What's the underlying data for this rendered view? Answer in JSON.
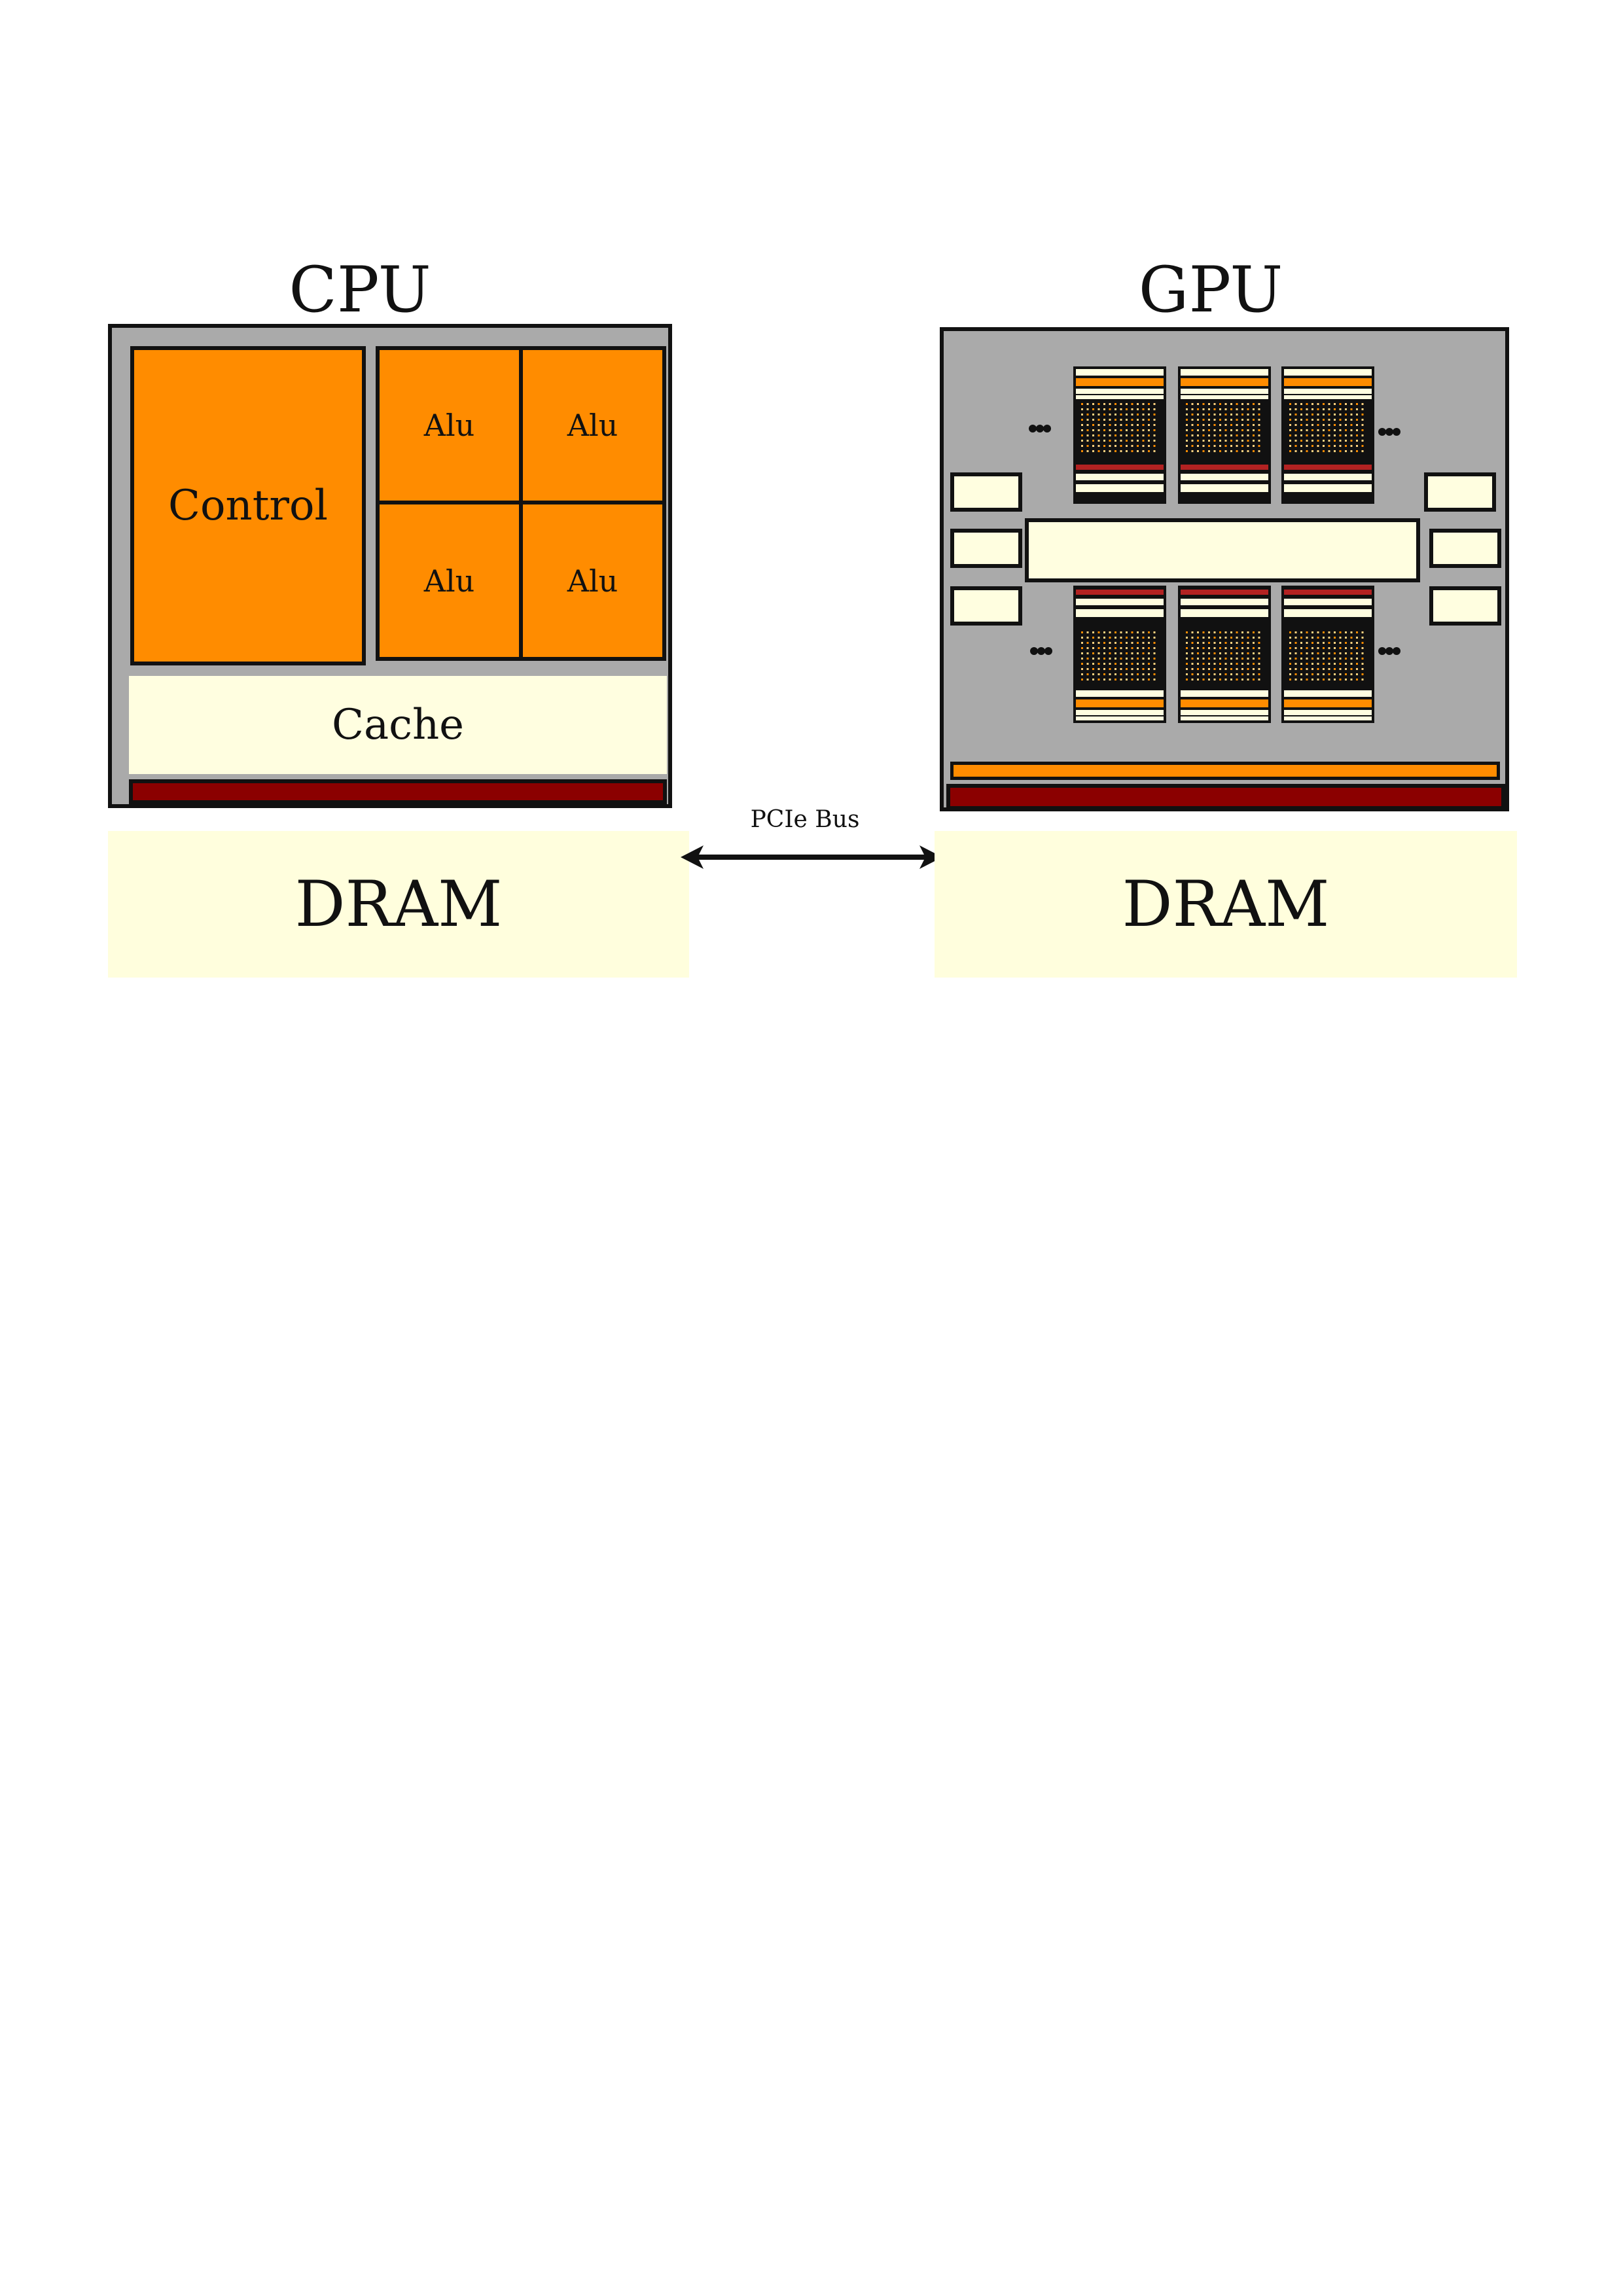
{
  "cpu": {
    "title": "CPU",
    "control_label": "Control",
    "alu_labels": [
      "Alu",
      "Alu",
      "Alu",
      "Alu"
    ],
    "cache_label": "Cache",
    "dram_label": "DRAM"
  },
  "gpu": {
    "title": "GPU",
    "dram_label": "DRAM"
  },
  "bus": {
    "label": "PCIe Bus"
  },
  "colors": {
    "chip_gray": "#aaaaaa",
    "orange": "#ff8c00",
    "cream": "#fffee0",
    "dark_red": "#8b0000",
    "outline": "#111111"
  }
}
